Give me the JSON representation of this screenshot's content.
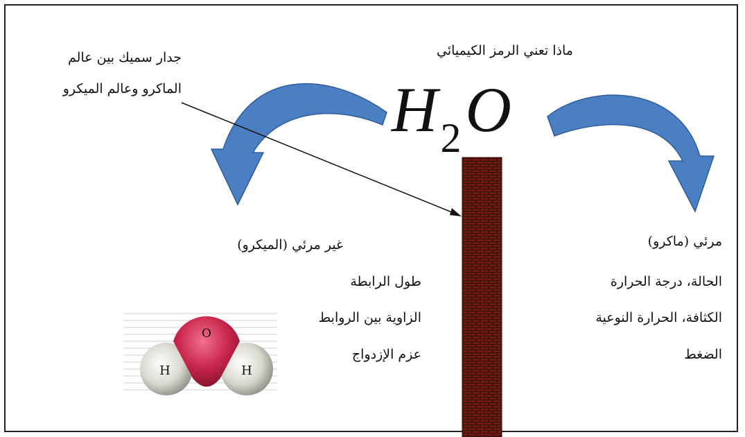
{
  "header": {
    "question": "ماذا تعني الرمز الكيميائي"
  },
  "formula": {
    "element1": "H",
    "subscript": "2",
    "element2": "O"
  },
  "wall_note": {
    "line1": "جدار سميك بين عالم",
    "line2": "الماكرو  وعالم الميكرو"
  },
  "micro": {
    "title": "غير مرئي (الميكرو)",
    "items": [
      "طول الرابطة",
      "الزاوية بين الروابط",
      "عزم الإزدواج"
    ]
  },
  "macro": {
    "title": "مرئي (ماكرو)",
    "items": [
      "الحالة، درجة الحرارة",
      "الكثافة، الحرارة النوعية",
      "الضغط"
    ]
  },
  "molecule": {
    "atom_center": "O",
    "atom_left": "H",
    "atom_right": "H"
  },
  "colors": {
    "arrow": "#4a7fc4",
    "wall": "#6b1a14",
    "oxygen": "#c8264a",
    "hydrogen": "#d9d8cf"
  }
}
